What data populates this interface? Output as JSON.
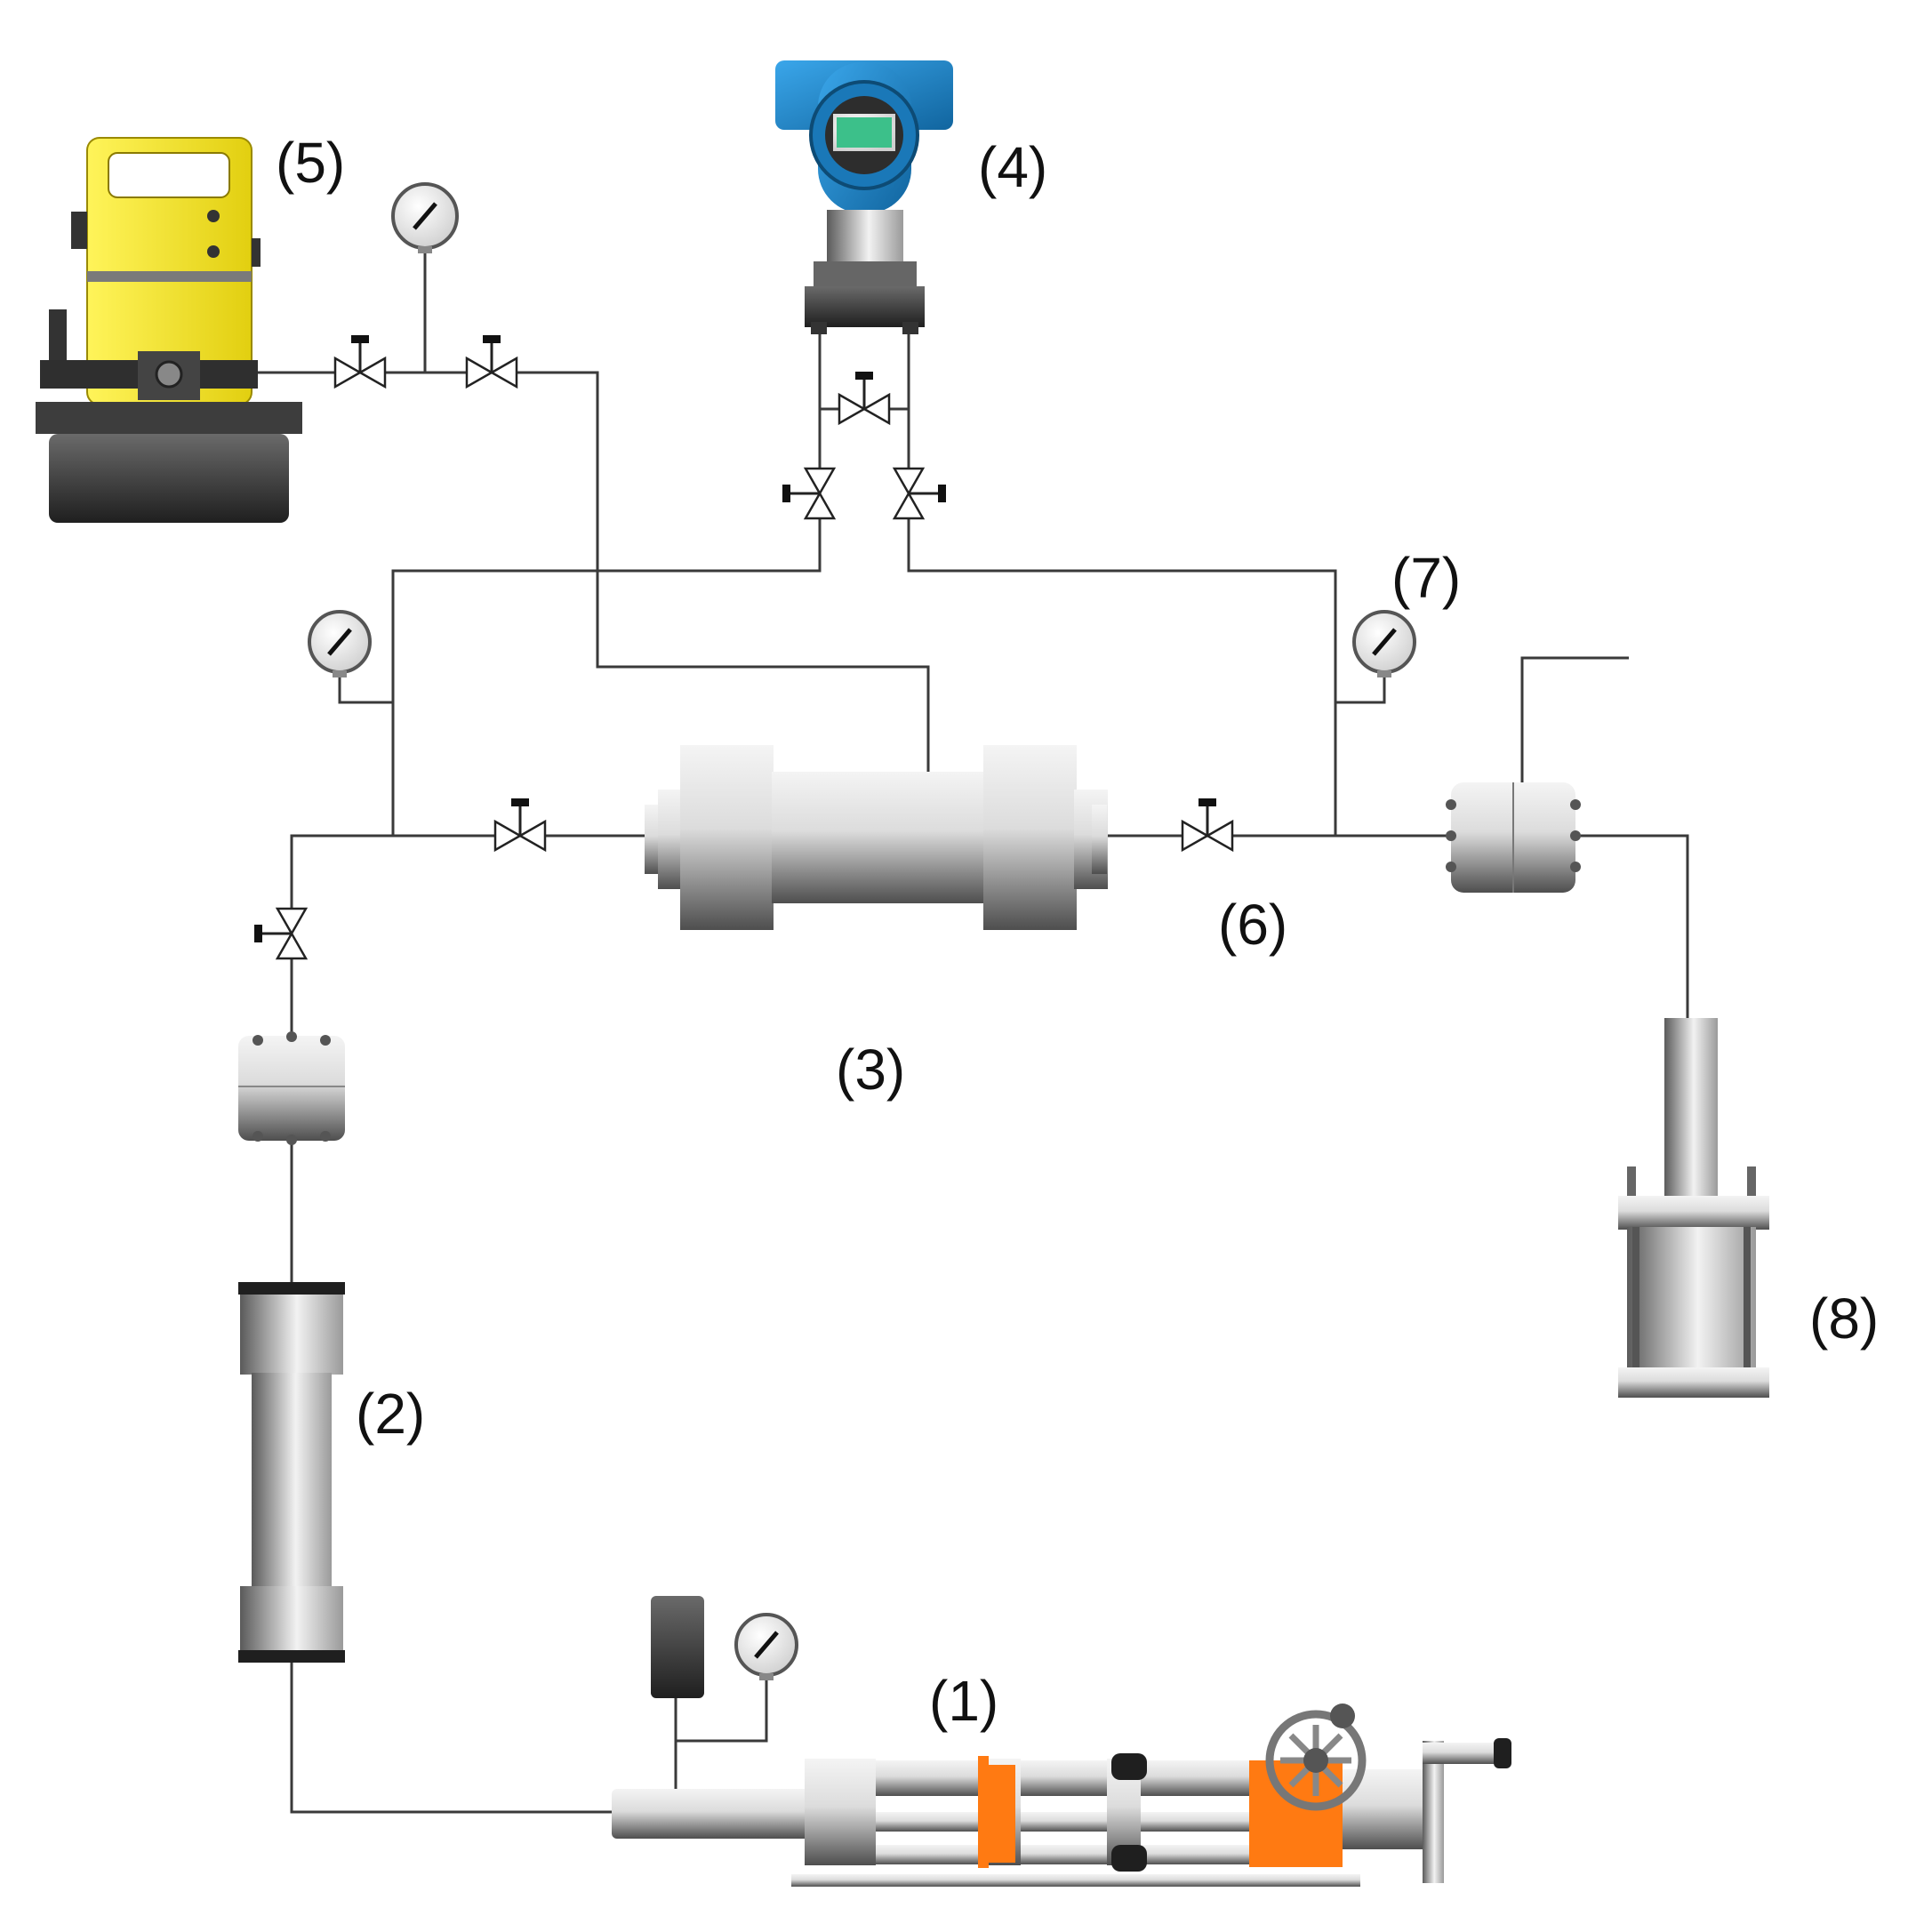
{
  "labels": {
    "pump": "(1)",
    "vessel": "(2)",
    "core_holder": "(3)",
    "transmitter": "(4)",
    "hydraulic_unit": "(5)",
    "outlet_valve": "(6)",
    "outlet_gauge": "(7)",
    "collector": "(8)"
  },
  "colors": {
    "pipe": "#3a3a3a",
    "hydraulic_unit_body": "#f2e21e",
    "transmitter_head": "#1f8fd6",
    "transmitter_display": "#3cc08a",
    "pump_accent": "#ff7a12",
    "metal_light": "#eeeeee",
    "metal_dark": "#6a6a6a"
  }
}
